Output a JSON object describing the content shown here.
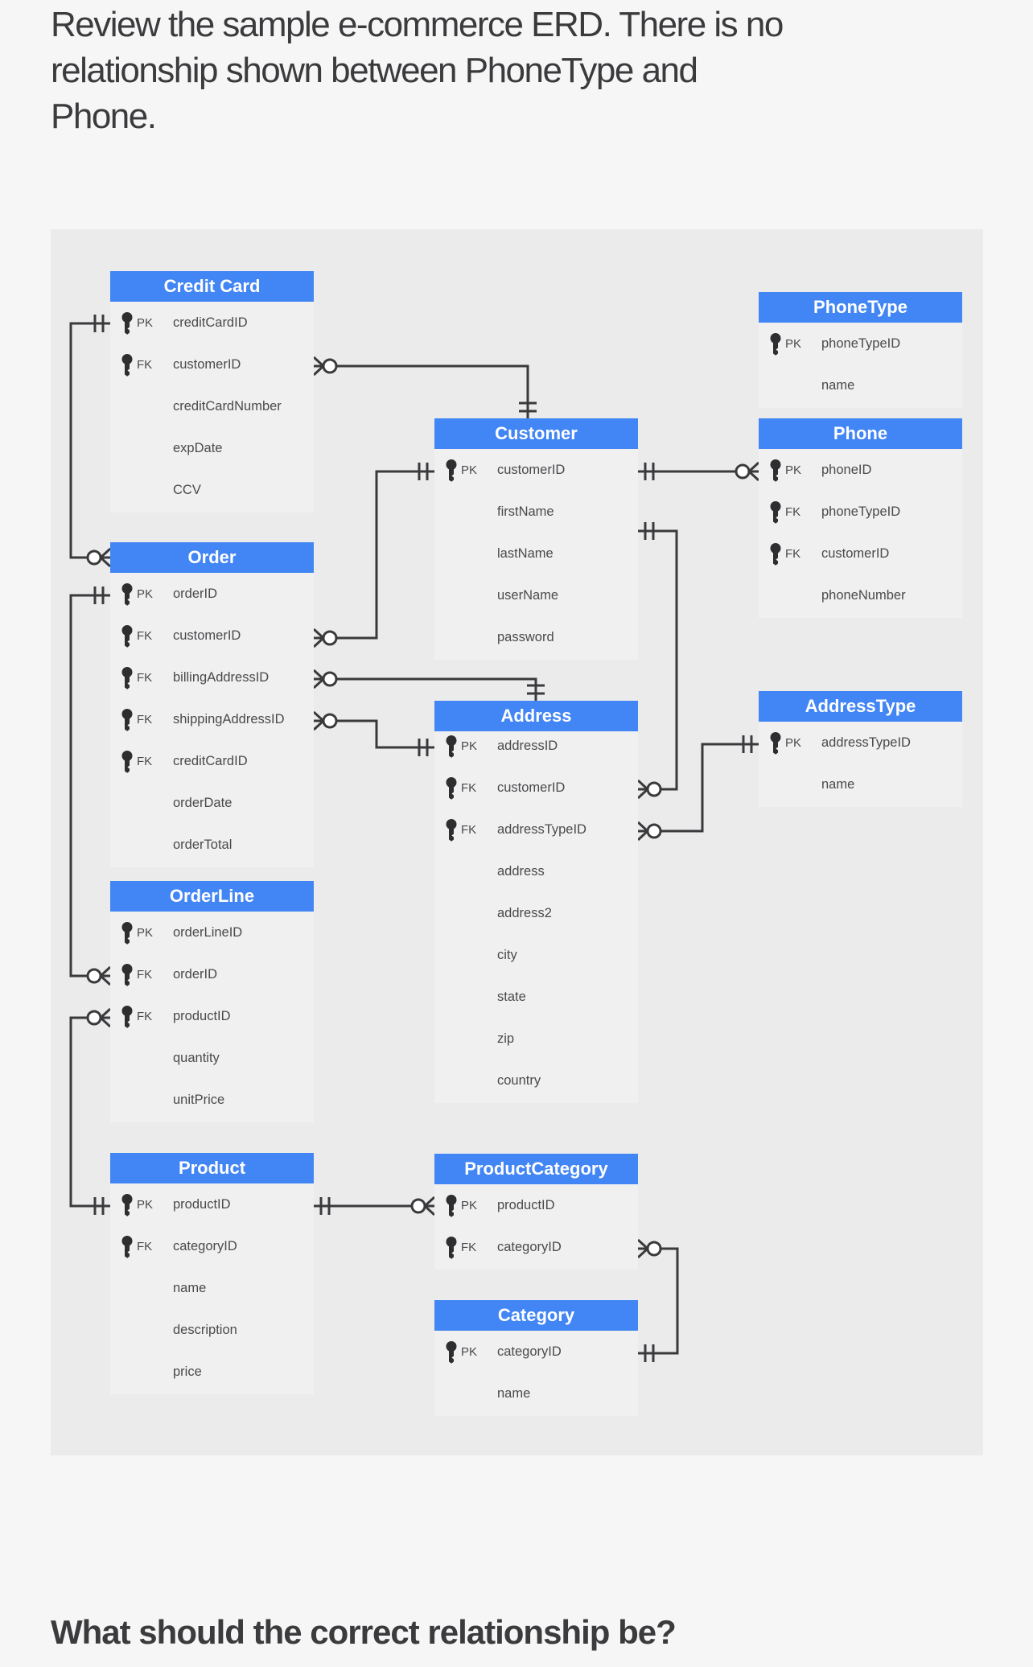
{
  "page": {
    "background": "#f6f6f7",
    "intro_lines": [
      "Review the sample e-commerce ERD. There is no",
      "relationship shown between PhoneType and",
      "Phone."
    ],
    "question_text": "What should the correct relationship be?"
  },
  "colors": {
    "header_blue": "#4285f4",
    "panel_bg": "#ebebec",
    "page_bg": "#f6f6f7",
    "line": "#3a3a3c",
    "heading_text": "#3b3b3d",
    "row_text": "#4a4a4c",
    "key_icon": "#2e2e30"
  },
  "diagram": {
    "notation": "crows-foot",
    "entities": [
      {
        "id": "credit-card",
        "name": "Credit Card",
        "rows": [
          {
            "key": "PK",
            "label": "creditCardID"
          },
          {
            "key": "FK",
            "label": "customerID"
          },
          {
            "key": null,
            "label": "creditCardNumber"
          },
          {
            "key": null,
            "label": "expDate"
          },
          {
            "key": null,
            "label": "CCV"
          }
        ]
      },
      {
        "id": "order",
        "name": "Order",
        "rows": [
          {
            "key": "PK",
            "label": "orderID"
          },
          {
            "key": "FK",
            "label": "customerID"
          },
          {
            "key": "FK",
            "label": "billingAddressID"
          },
          {
            "key": "FK",
            "label": "shippingAddressID"
          },
          {
            "key": "FK",
            "label": "creditCardID"
          },
          {
            "key": null,
            "label": "orderDate"
          },
          {
            "key": null,
            "label": "orderTotal"
          }
        ]
      },
      {
        "id": "order-line",
        "name": "OrderLine",
        "rows": [
          {
            "key": "PK",
            "label": "orderLineID"
          },
          {
            "key": "FK",
            "label": "orderID"
          },
          {
            "key": "FK",
            "label": "productID"
          },
          {
            "key": null,
            "label": "quantity"
          },
          {
            "key": null,
            "label": "unitPrice"
          }
        ]
      },
      {
        "id": "product",
        "name": "Product",
        "rows": [
          {
            "key": "PK",
            "label": "productID"
          },
          {
            "key": "FK",
            "label": "categoryID"
          },
          {
            "key": null,
            "label": "name"
          },
          {
            "key": null,
            "label": "description"
          },
          {
            "key": null,
            "label": "price"
          }
        ]
      },
      {
        "id": "customer",
        "name": "Customer",
        "rows": [
          {
            "key": "PK",
            "label": "customerID"
          },
          {
            "key": null,
            "label": "firstName"
          },
          {
            "key": null,
            "label": "lastName"
          },
          {
            "key": null,
            "label": "userName"
          },
          {
            "key": null,
            "label": "password"
          }
        ]
      },
      {
        "id": "address",
        "name": "Address",
        "rows": [
          {
            "key": "PK",
            "label": "addressID"
          },
          {
            "key": "FK",
            "label": "customerID"
          },
          {
            "key": "FK",
            "label": "addressTypeID"
          },
          {
            "key": null,
            "label": "address"
          },
          {
            "key": null,
            "label": "address2"
          },
          {
            "key": null,
            "label": "city"
          },
          {
            "key": null,
            "label": "state"
          },
          {
            "key": null,
            "label": "zip"
          },
          {
            "key": null,
            "label": "country"
          }
        ]
      },
      {
        "id": "product-category",
        "name": "ProductCategory",
        "rows": [
          {
            "key": "PK",
            "label": "productID"
          },
          {
            "key": "FK",
            "label": "categoryID"
          }
        ]
      },
      {
        "id": "category",
        "name": "Category",
        "rows": [
          {
            "key": "PK",
            "label": "categoryID"
          },
          {
            "key": null,
            "label": "name"
          }
        ]
      },
      {
        "id": "phone-type",
        "name": "PhoneType",
        "rows": [
          {
            "key": "PK",
            "label": "phoneTypeID"
          },
          {
            "key": null,
            "label": "name"
          }
        ]
      },
      {
        "id": "phone",
        "name": "Phone",
        "rows": [
          {
            "key": "PK",
            "label": "phoneID"
          },
          {
            "key": "FK",
            "label": "phoneTypeID"
          },
          {
            "key": "FK",
            "label": "customerID"
          },
          {
            "key": null,
            "label": "phoneNumber"
          }
        ]
      },
      {
        "id": "address-type",
        "name": "AddressType",
        "rows": [
          {
            "key": "PK",
            "label": "addressTypeID"
          },
          {
            "key": null,
            "label": "name"
          }
        ]
      }
    ],
    "relationships": [
      {
        "from": "Credit Card.creditCardID",
        "from_notation": "one-and-only-one",
        "to": "Order",
        "to_notation": "zero-or-many"
      },
      {
        "from": "Credit Card.customerID",
        "from_notation": "zero-or-many",
        "to": "Customer",
        "to_notation": "one-and-only-one"
      },
      {
        "from": "Customer.customerID",
        "from_notation": "one-and-only-one",
        "to": "Order.customerID",
        "to_notation": "zero-or-many"
      },
      {
        "from": "Order.billingAddressID",
        "from_notation": "zero-or-many",
        "to": "Address",
        "to_notation": "one-and-only-one"
      },
      {
        "from": "Order.shippingAddressID",
        "from_notation": "zero-or-many",
        "to": "Address.addressID",
        "to_notation": "one-and-only-one"
      },
      {
        "from": "Order.orderID",
        "from_notation": "one-and-only-one",
        "to": "OrderLine.orderID",
        "to_notation": "zero-or-many"
      },
      {
        "from": "OrderLine.productID",
        "from_notation": "zero-or-many",
        "to": "Product.productID",
        "to_notation": "one-and-only-one"
      },
      {
        "from": "Product.productID",
        "from_notation": "one-and-only-one",
        "to": "ProductCategory.productID",
        "to_notation": "zero-or-many"
      },
      {
        "from": "ProductCategory.categoryID",
        "from_notation": "zero-or-many",
        "to": "Category.categoryID",
        "to_notation": "one-and-only-one"
      },
      {
        "from": "Customer.customerID",
        "from_notation": "one-and-only-one",
        "to": "Phone.phoneID",
        "to_notation": "zero-or-many"
      },
      {
        "from": "Customer.customerID",
        "from_notation": "one-and-only-one",
        "to": "Address.customerID",
        "to_notation": "zero-or-many"
      },
      {
        "from": "AddressType.addressTypeID",
        "from_notation": "one-and-only-one",
        "to": "Address.addressTypeID",
        "to_notation": "zero-or-many"
      }
    ]
  }
}
